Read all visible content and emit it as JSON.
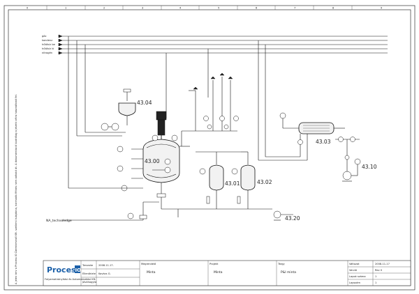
{
  "frame": {
    "columns": [
      "0",
      "1",
      "2",
      "3",
      "4",
      "5",
      "6",
      "7",
      "8",
      "9"
    ]
  },
  "utility_lines": [
    "gőz",
    "kondenz",
    "hűtővíz be",
    "hűtővíz ki",
    "nitrogén"
  ],
  "tags": {
    "reactor": "43.00",
    "tank_top": "43.04",
    "receiver_1": "43.01",
    "receiver_2": "43.02",
    "condenser": "43.03",
    "pump_right": "43.10",
    "pump_bottom": "43.20"
  },
  "process_line": "NA_technoledge",
  "vertical_note": "A jelen terv a Process IO Üzemtervező Kft. szellemi tulajdona, harmadik félnek nem adható át. A dokumentáció kizárólag a jelzett célra használható fel.",
  "title_block": {
    "logo_text": "Process",
    "logo_io": "IO",
    "company": "Folyamatirányítási és Automatizálási Kft.",
    "rows": [
      {
        "label": "Tervezte",
        "value": "2008.11.17."
      },
      {
        "label": "Ellenőrizte",
        "value": "Kovács G."
      },
      {
        "label": "Jóváhagyta",
        "value": ""
      }
    ],
    "megrendelo_label": "Megrendelő",
    "megrendelo_value": "Minta",
    "projekt_label": "Projekt",
    "projekt_value": "Minta",
    "targy_label": "Tárgy",
    "targy_value": "P&I minta",
    "right_rows": [
      {
        "label": "Változat",
        "value": "2008-11-17"
      },
      {
        "label": "Verzió",
        "value": "Rev 0"
      },
      {
        "label": "Lapok száma",
        "value": "1"
      },
      {
        "label": "Lapszám",
        "value": "1"
      }
    ]
  }
}
